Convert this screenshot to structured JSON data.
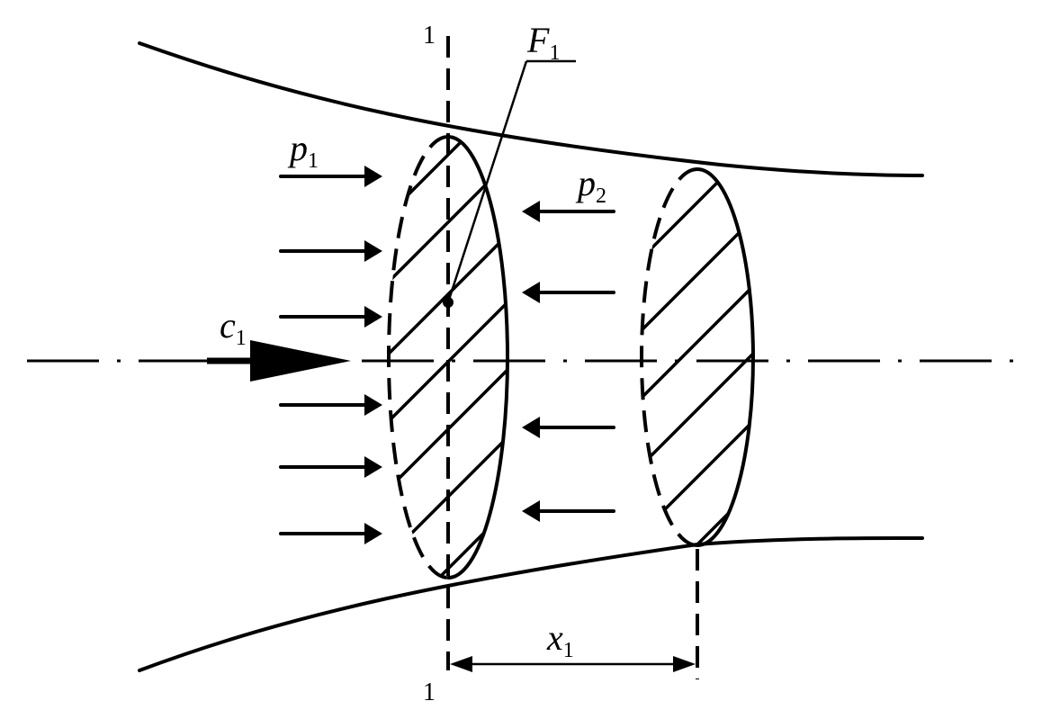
{
  "labels": {
    "section_top": "1",
    "section_bottom": "1",
    "area": {
      "symbol": "F",
      "sub": "1"
    },
    "pressure_in": {
      "symbol": "p",
      "sub": "1"
    },
    "pressure_out": {
      "symbol": "p",
      "sub": "2"
    },
    "velocity": {
      "symbol": "c",
      "sub": "1"
    },
    "distance": {
      "symbol": "x",
      "sub": "1"
    }
  }
}
